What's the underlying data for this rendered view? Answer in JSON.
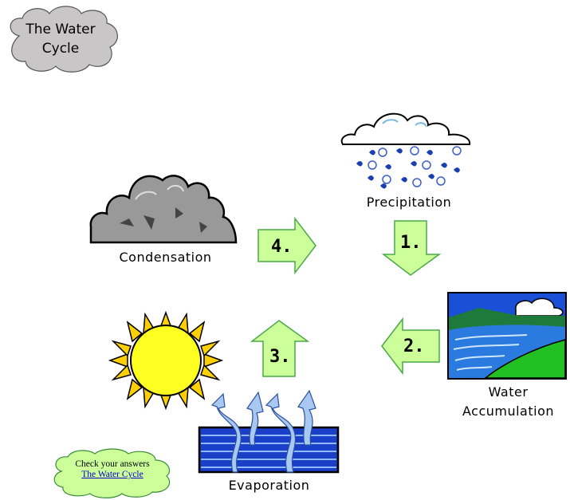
{
  "title": {
    "line1": "The Water",
    "line2": "Cycle"
  },
  "stages": {
    "precipitation": "Precipitation",
    "condensation": "Condensation",
    "accumulation_line1": "Water",
    "accumulation_line2": "Accumulation",
    "evaporation": "Evaporation"
  },
  "arrows": {
    "a1": "1.",
    "a2": "2.",
    "a3": "3.",
    "a4": "4."
  },
  "check": {
    "text": "Check your answers",
    "link": "The Water Cycle"
  },
  "colors": {
    "arrow_fill": "#ccff99",
    "arrow_stroke": "#4aa84a",
    "title_cloud": "#c8c6c6",
    "check_cloud": "#ccff99"
  }
}
